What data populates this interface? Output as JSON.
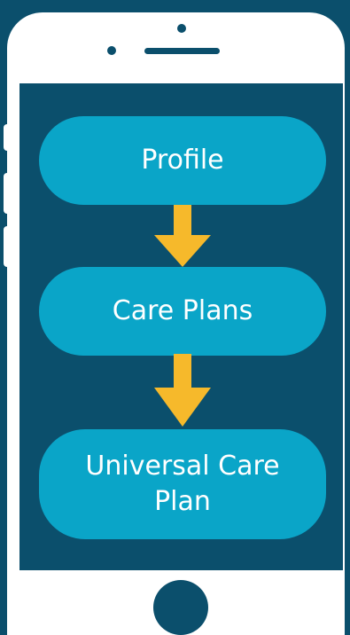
{
  "diagram": {
    "nodes": [
      {
        "id": "profile",
        "label": "Profile"
      },
      {
        "id": "care-plans",
        "label": "Care Plans"
      },
      {
        "id": "universal-care-plan",
        "label": "Universal Care Plan"
      }
    ],
    "edges": [
      {
        "from": "profile",
        "to": "care-plans"
      },
      {
        "from": "care-plans",
        "to": "universal-care-plan"
      }
    ]
  },
  "colors": {
    "background": "#0b4f6c",
    "phone_frame": "#ffffff",
    "node_fill": "#0aa5c8",
    "node_text": "#ffffff",
    "arrow": "#f6b92b"
  },
  "icons": {
    "device": "smartphone-icon",
    "home_button": "home-button-icon",
    "connector": "arrow-down-icon"
  }
}
